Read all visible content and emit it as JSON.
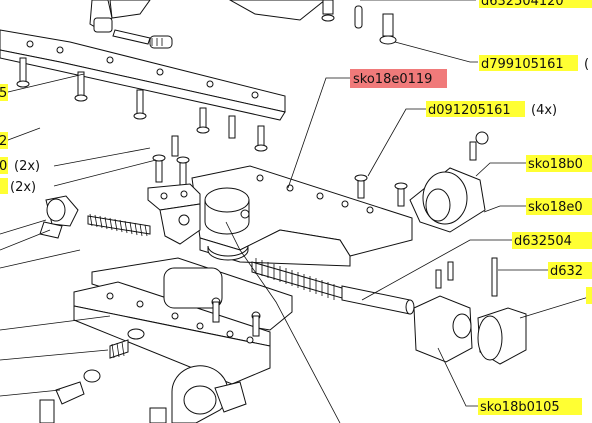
{
  "colors": {
    "highlight": "#ffff33",
    "highlight_selected": "#f07a7a",
    "line": "#111111",
    "background": "#ffffff"
  },
  "labels": {
    "top_right_1": "d632504120",
    "right_1": "d799105161",
    "right_1_suffix": "(",
    "selected": "sko18e0119",
    "right_2": "d091205161",
    "right_2_qty": "(4x)",
    "right_3": "sko18b0",
    "right_4": "sko18e0",
    "right_5": "d632504",
    "right_6": "d632",
    "bottom_right": "sko18b0105",
    "left_qty_1": "(2x)",
    "left_qty_2": "(2x)",
    "left_trunc_1": "5",
    "left_trunc_2": "2",
    "left_trunc_3": "0"
  }
}
